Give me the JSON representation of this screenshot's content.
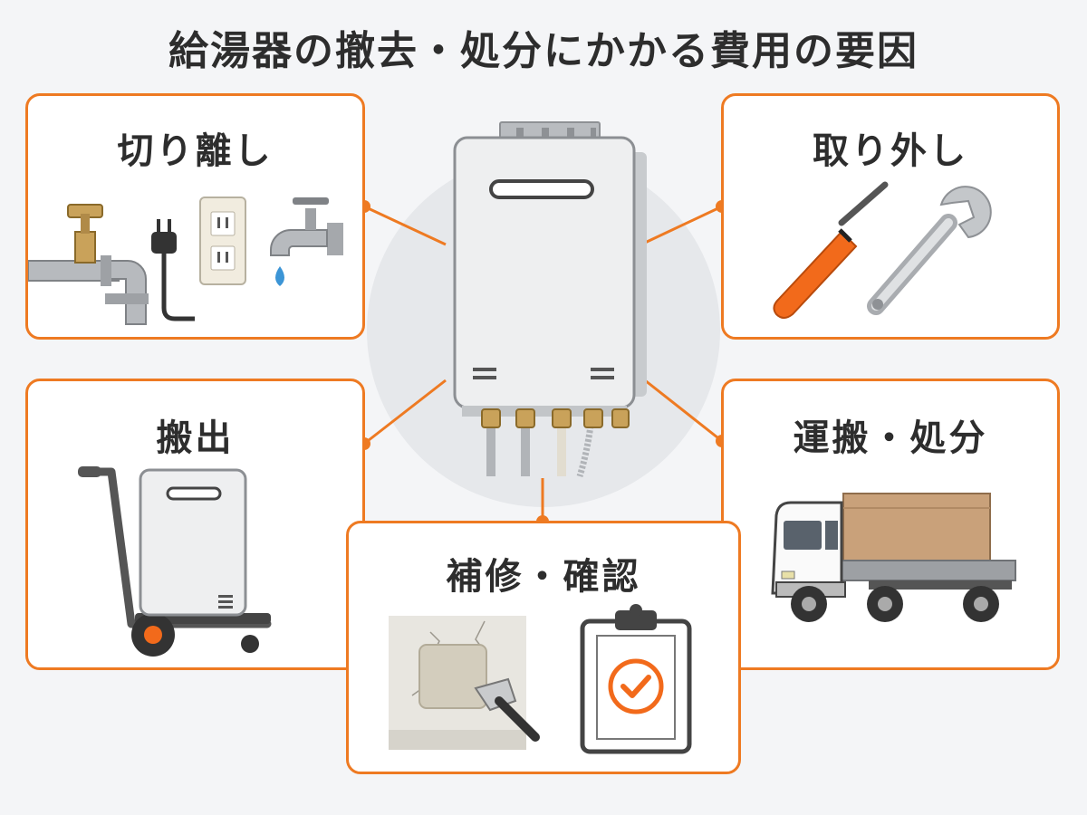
{
  "title": "給湯器の撤去・処分にかかる費用の要因",
  "factors": {
    "disconnect": {
      "label": "切り離し"
    },
    "removal": {
      "label": "取り外し"
    },
    "carryout": {
      "label": "搬出"
    },
    "transport": {
      "label": "運搬・処分"
    },
    "repair": {
      "label": "補修・確認"
    }
  },
  "colors": {
    "accent": "#ee7a22",
    "text": "#2d2d2d",
    "background": "#f4f5f7"
  }
}
